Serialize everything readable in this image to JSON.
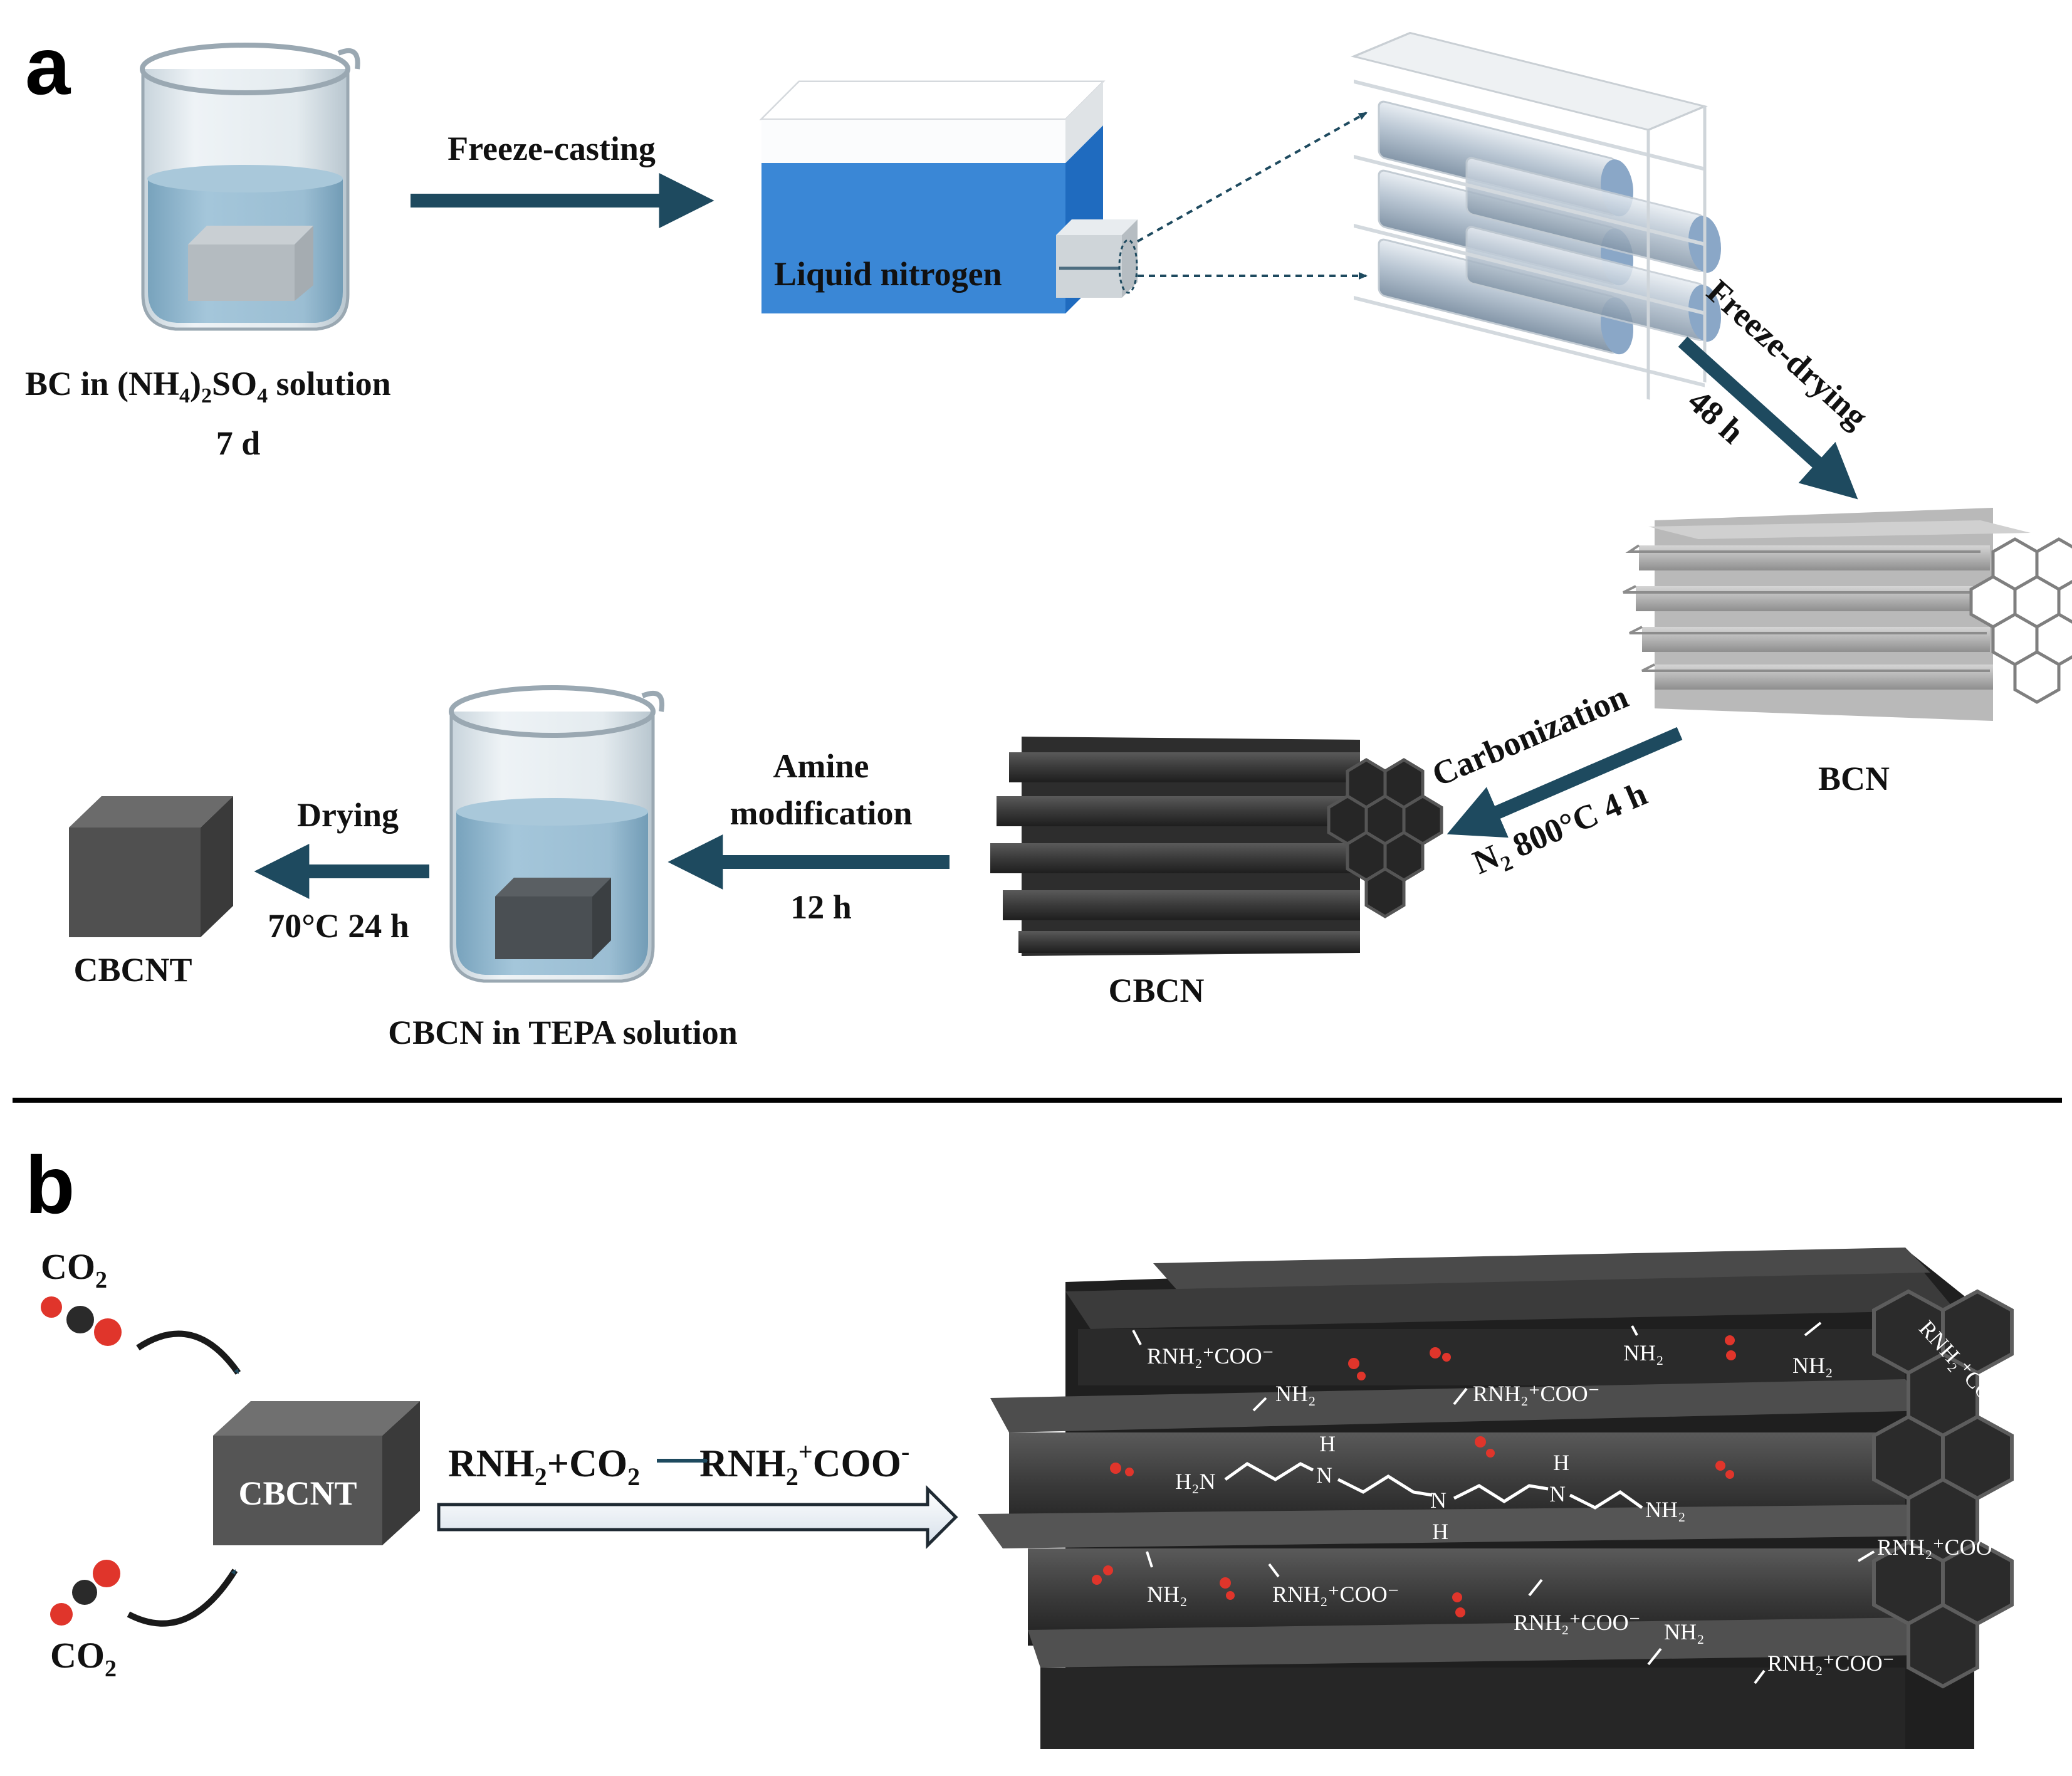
{
  "panel_a": {
    "letter": "a",
    "beaker1": {
      "label_line1_pre": "BC in (NH",
      "label_sub4": "4",
      "label_mid": ")",
      "label_sub2": "2",
      "label_so": "SO",
      "label_sub4b": "4",
      "label_post": " solution",
      "label_line2": "7 d"
    },
    "step_freeze_casting": "Freeze-casting",
    "liquid_nitrogen": "Liquid nitrogen",
    "step_freeze_drying": "Freeze-drying",
    "step_freeze_drying_time": "48 h",
    "bcn_label": "BCN",
    "step_carbonization": "Carbonization",
    "carbonization_cond_n": "N",
    "carbonization_cond_sub": "2",
    "carbonization_cond_rest": " 800°C  4 h",
    "cbcn_label": "CBCN",
    "step_amine_line1": "Amine",
    "step_amine_line2": "modification",
    "step_amine_time": "12 h",
    "beaker2_label": "CBCN in TEPA solution",
    "step_drying": "Drying",
    "step_drying_cond": "70°C  24 h",
    "cbcnt_label": "CBCNT"
  },
  "panel_b": {
    "letter": "b",
    "co2_top": {
      "main": "CO",
      "sub": "2"
    },
    "co2_bottom": {
      "main": "CO",
      "sub": "2"
    },
    "cube_label": "CBCNT",
    "reaction": {
      "left": "RNH",
      "left_sub": "2",
      "plus": "+CO",
      "plus_sub": "2",
      "right": "RNH",
      "right_sub": "2",
      "right_sup": "+",
      "right_end": "COO",
      "right_sup2": "-"
    },
    "groups": {
      "carbamate": "RNH₂⁺COO⁻",
      "amine": "NH₂",
      "tepa_start": "H₂N",
      "tepa_end": "NH₂",
      "n": "N",
      "h": "H"
    }
  },
  "colors": {
    "arrow": "#1e4a5f",
    "water": "#8fb6cf",
    "liquid_nitrogen": "#3a87d6",
    "carbon": "#3a3a3a",
    "carbon_dark": "#222222",
    "bcn_gray": "#a8a8a8",
    "oxygen": "#e0352b"
  }
}
